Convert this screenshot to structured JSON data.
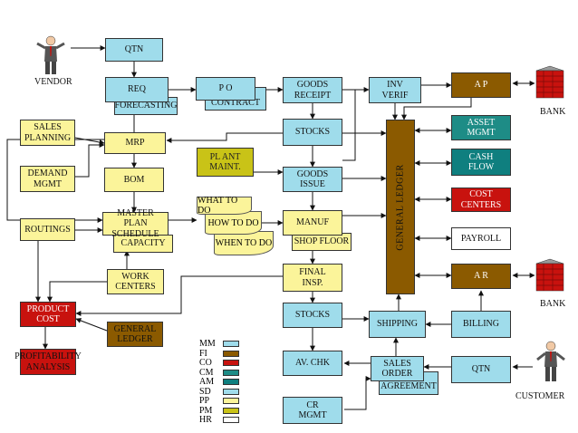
{
  "actors": {
    "vendor": "VENDOR",
    "bank_top": "BANK",
    "bank_bottom": "BANK",
    "customer": "CUSTOMER"
  },
  "nodes": {
    "qtn_top": "QTN",
    "req": "REQ",
    "forecasting": "FORECASTING",
    "po": "P O",
    "contract": "CONTRACT",
    "goods_receipt": "GOODS\nRECEIPT",
    "inv_verif": "INV\nVERIF",
    "ap": "A P",
    "sales_planning": "SALES\nPLANNING",
    "mrp": "MRP",
    "stocks_top": "STOCKS",
    "asset_mgmt": "ASSET\nMGMT",
    "plant_maint": "PL ANT\nMAINT.",
    "cash_flow": "CASH\nFLOW",
    "demand_mgmt": "DEMAND\nMGMT",
    "bom": "BOM",
    "goods_issue": "GOODS\nISSUE",
    "cost_centers": "COST\nCENTERS",
    "what_to_do": "WHAT TO DO",
    "how_to_do": "HOW TO DO",
    "when_to_do": "WHEN TO DO",
    "routings": "ROUTINGS",
    "master_plan_schedule": "MASTER PLAN\nSCHEDULE",
    "capacity": "CAPACITY",
    "manuf": "MANUF",
    "shop_floor": "SHOP FLOOR",
    "payroll": "PAYROLL",
    "work_centers": "WORK\nCENTERS",
    "final_insp": "FINAL\nINSP.",
    "ar": "A R",
    "product_cost": "PRODUCT\nCOST",
    "stocks_bottom": "STOCKS",
    "shipping": "SHIPPING",
    "billing": "BILLING",
    "general_ledger_small": "GENERAL\nLEDGER",
    "profitability_analysis": "PROFITABILITY\nANALYSIS",
    "av_chk": "AV. CHK",
    "sales_order": "SALES\nORDER",
    "agreement": "AGREEMENT",
    "qtn_bottom": "QTN",
    "cr_mgmt": "CR\nMGMT",
    "general_ledger": "GENERAL LEDGER"
  },
  "legend": [
    {
      "code": "MM",
      "color": "#9fdceb"
    },
    {
      "code": "FI",
      "color": "#8b5a00"
    },
    {
      "code": "CO",
      "color": "#c8120e"
    },
    {
      "code": "CM",
      "color": "#1e8c86"
    },
    {
      "code": "AM",
      "color": "#0f7f7f"
    },
    {
      "code": "SD",
      "color": "#9fdceb"
    },
    {
      "code": "PP",
      "color": "#fbf49a"
    },
    {
      "code": "PM",
      "color": "#c9c317"
    },
    {
      "code": "HR",
      "color": "#ffffff"
    }
  ]
}
